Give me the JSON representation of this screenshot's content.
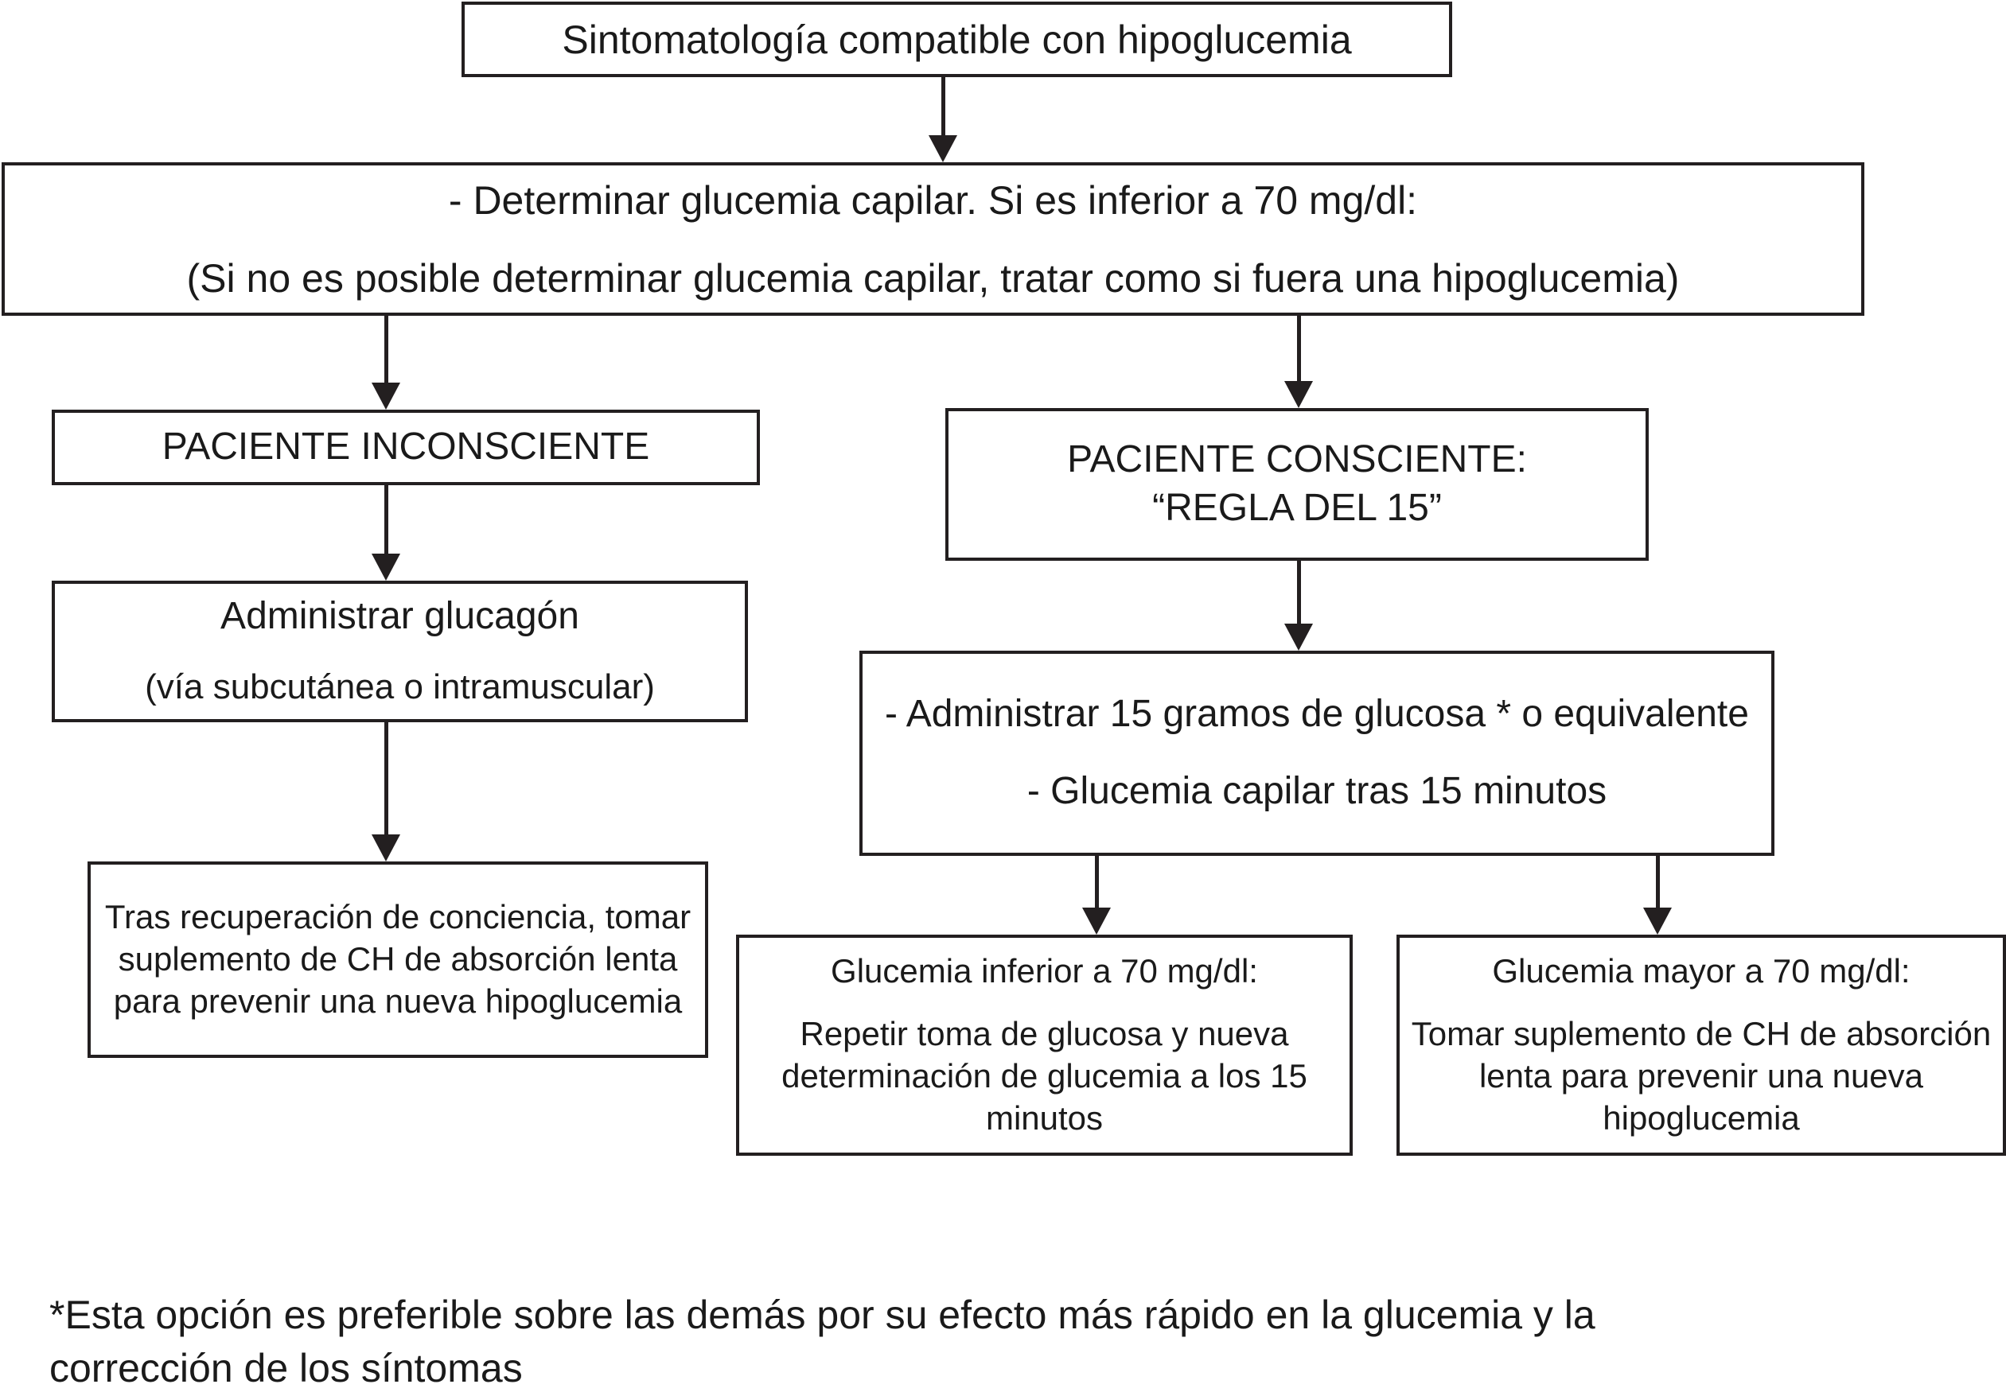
{
  "diagram": {
    "title_text": "Sintomatología compatible con hipoglucemia",
    "nodes": {
      "symptoms": {
        "label": "Sintomatología compatible con hipoglucemia"
      },
      "determine": {
        "line1": "- Determinar glucemia capilar. Si es inferior a 70 mg/dl:",
        "line2": "(Si no es posible determinar glucemia capilar, tratar como si fuera una hipoglucemia)"
      },
      "unconscious": {
        "label": "PACIENTE INCONSCIENTE"
      },
      "conscious": {
        "line1": "PACIENTE CONSCIENTE:",
        "line2": "“REGLA DEL 15”"
      },
      "glucagon": {
        "line1": "Administrar glucagón",
        "line2": "(vía subcutánea o intramuscular)"
      },
      "glucose15": {
        "line1": "- Administrar 15 gramos de glucosa * o equivalente",
        "line2": "- Glucemia capilar tras 15 minutos"
      },
      "after_recovery": {
        "label": "Tras recuperación de conciencia, tomar suplemento de CH de absorción lenta para prevenir una nueva hipoglucemia"
      },
      "below70": {
        "line1": "Glucemia inferior a 70 mg/dl:",
        "line2": "Repetir toma de glucosa y nueva determinación de glucemia a los 15 minutos"
      },
      "above70": {
        "line1": "Glucemia mayor a 70 mg/dl:",
        "line2": "Tomar suplemento de CH de absorción lenta para prevenir una nueva hipoglucemia"
      }
    },
    "footnote": {
      "marker": "*",
      "text": "Esta opción es preferible sobre las demás por su efecto más rápido en la glucemia y la corrección de los síntomas"
    },
    "colors": {
      "stroke": "#231f20",
      "text": "#1a1a1a",
      "background": "#ffffff"
    }
  }
}
